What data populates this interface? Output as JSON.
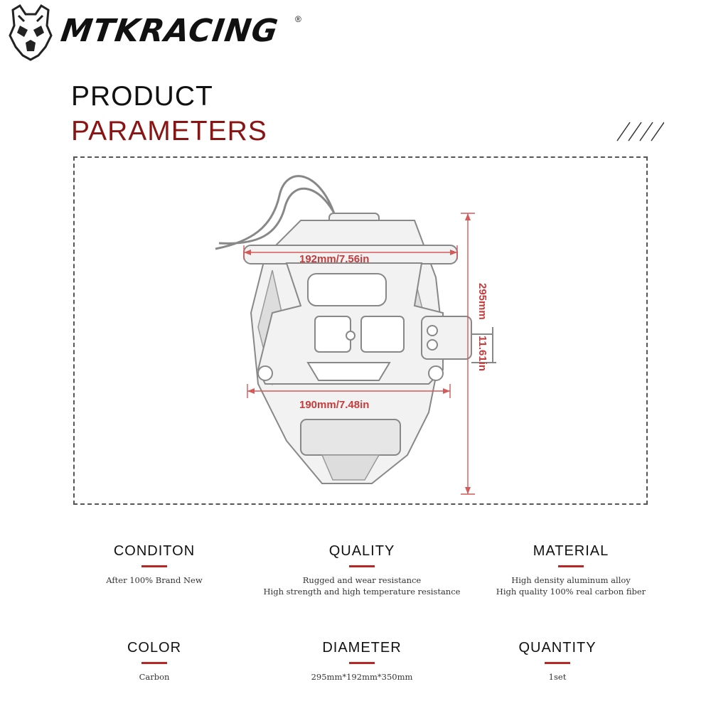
{
  "header": {
    "brand": "MTKRACING",
    "registered_mark": "®",
    "logo_icon": "skull-helmet-icon"
  },
  "title": {
    "line1": "PRODUCT",
    "line2": "PARAMETERS"
  },
  "colors": {
    "accent": "#8a1414",
    "rule": "#b52828",
    "dimension": "#c43c3c"
  },
  "diagram": {
    "width_top": "192mm/7.56in",
    "width_bottom": "190mm/7.48in",
    "height_mm": "295mm",
    "height_in": "11.61in"
  },
  "specs": [
    {
      "label": "CONDITON",
      "lines": [
        "After 100% Brand New"
      ]
    },
    {
      "label": "QUALITY",
      "lines": [
        "Rugged and wear resistance",
        "High strength and high temperature resistance"
      ]
    },
    {
      "label": "MATERIAL",
      "lines": [
        "High density aluminum alloy",
        "High quality 100% real carbon fiber"
      ]
    },
    {
      "label": "COLOR",
      "lines": [
        "Carbon"
      ]
    },
    {
      "label": "DIAMETER",
      "lines": [
        "295mm*192mm*350mm"
      ]
    },
    {
      "label": "QUANTITY",
      "lines": [
        "1set"
      ]
    }
  ]
}
